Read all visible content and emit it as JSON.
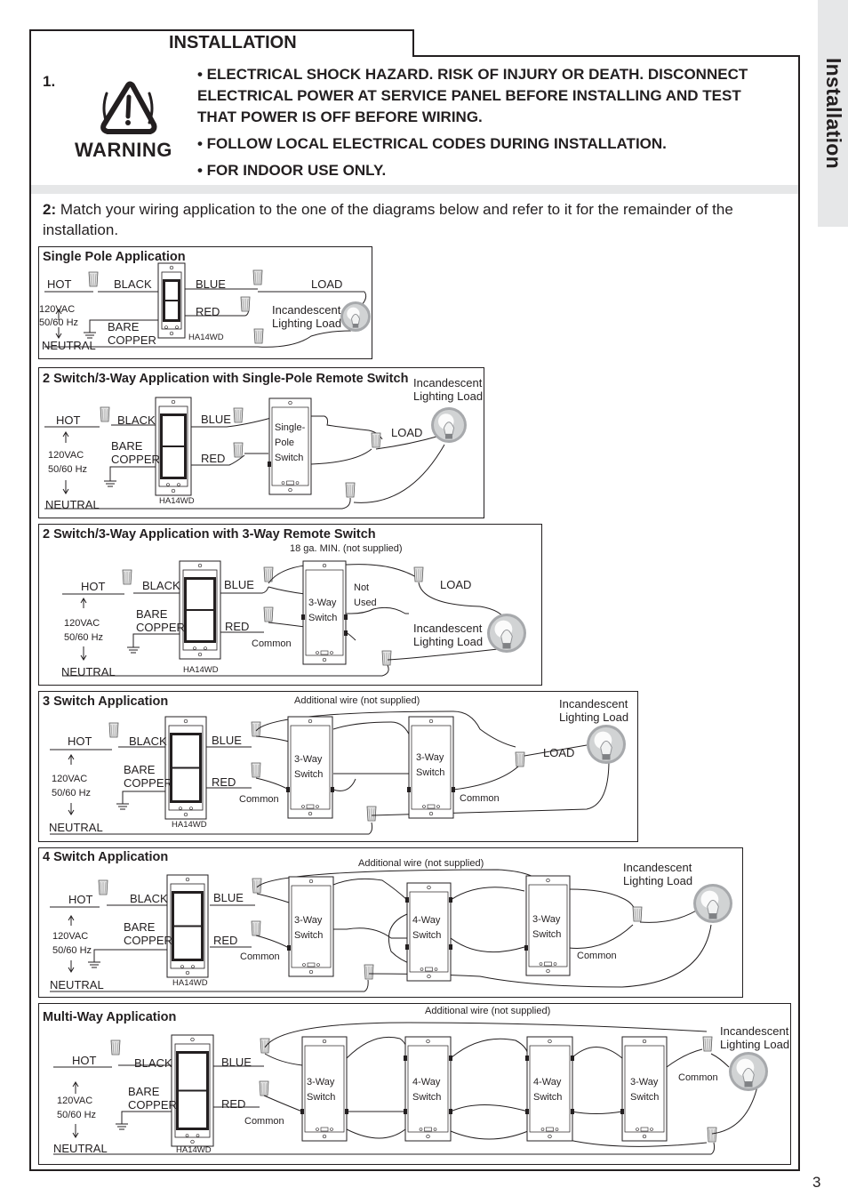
{
  "side_tab": "Installation",
  "heading": "INSTALLATION",
  "step1": {
    "number": "1.",
    "warning_label": "WARNING",
    "bullets": [
      "• ELECTRICAL SHOCK HAZARD. RISK OF INJURY OR DEATH.  DISCONNECT ELECTRICAL POWER AT SERVICE PANEL BEFORE INSTALLING AND TEST THAT POWER IS OFF BEFORE WIRING.",
      "• FOLLOW LOCAL ELECTRICAL CODES DURING INSTALLATION.",
      "• FOR INDOOR USE ONLY."
    ]
  },
  "step2": {
    "number": "2:",
    "text": "Match your wiring application to the one of the diagrams below and refer to it for the remainder of the installation."
  },
  "labels": {
    "hot": "HOT",
    "black": "BLACK",
    "blue": "BLUE",
    "red": "RED",
    "load": "LOAD",
    "voltage": "120VAC",
    "freq": "50/60 Hz",
    "neutral": "NEUTRAL",
    "bare": "BARE",
    "copper": "COPPER",
    "model": "HA14WD",
    "incandescent": "Incandescent",
    "lighting_load": "Lighting Load",
    "common": "Common",
    "three_way": "3-Way",
    "four_way": "4-Way",
    "switch": "Switch",
    "additional_wire": "Additional wire (not supplied)"
  },
  "diagrams": {
    "single_pole": {
      "title": "Single Pole Application"
    },
    "two_switch_single": {
      "title": "2 Switch/3-Way Application with Single-Pole Remote Switch",
      "remote1": "Single-",
      "remote2": "Pole",
      "remote3": "Switch"
    },
    "two_switch_three": {
      "title": "2 Switch/3-Way Application with 3-Way Remote Switch",
      "gauge": "18 ga. MIN. (not supplied)",
      "not": "Not",
      "used": "Used"
    },
    "three_switch": {
      "title": "3 Switch Application"
    },
    "four_switch": {
      "title": "4 Switch Application"
    },
    "multi_way": {
      "title": "Multi-Way Application"
    }
  },
  "page_number": "3"
}
